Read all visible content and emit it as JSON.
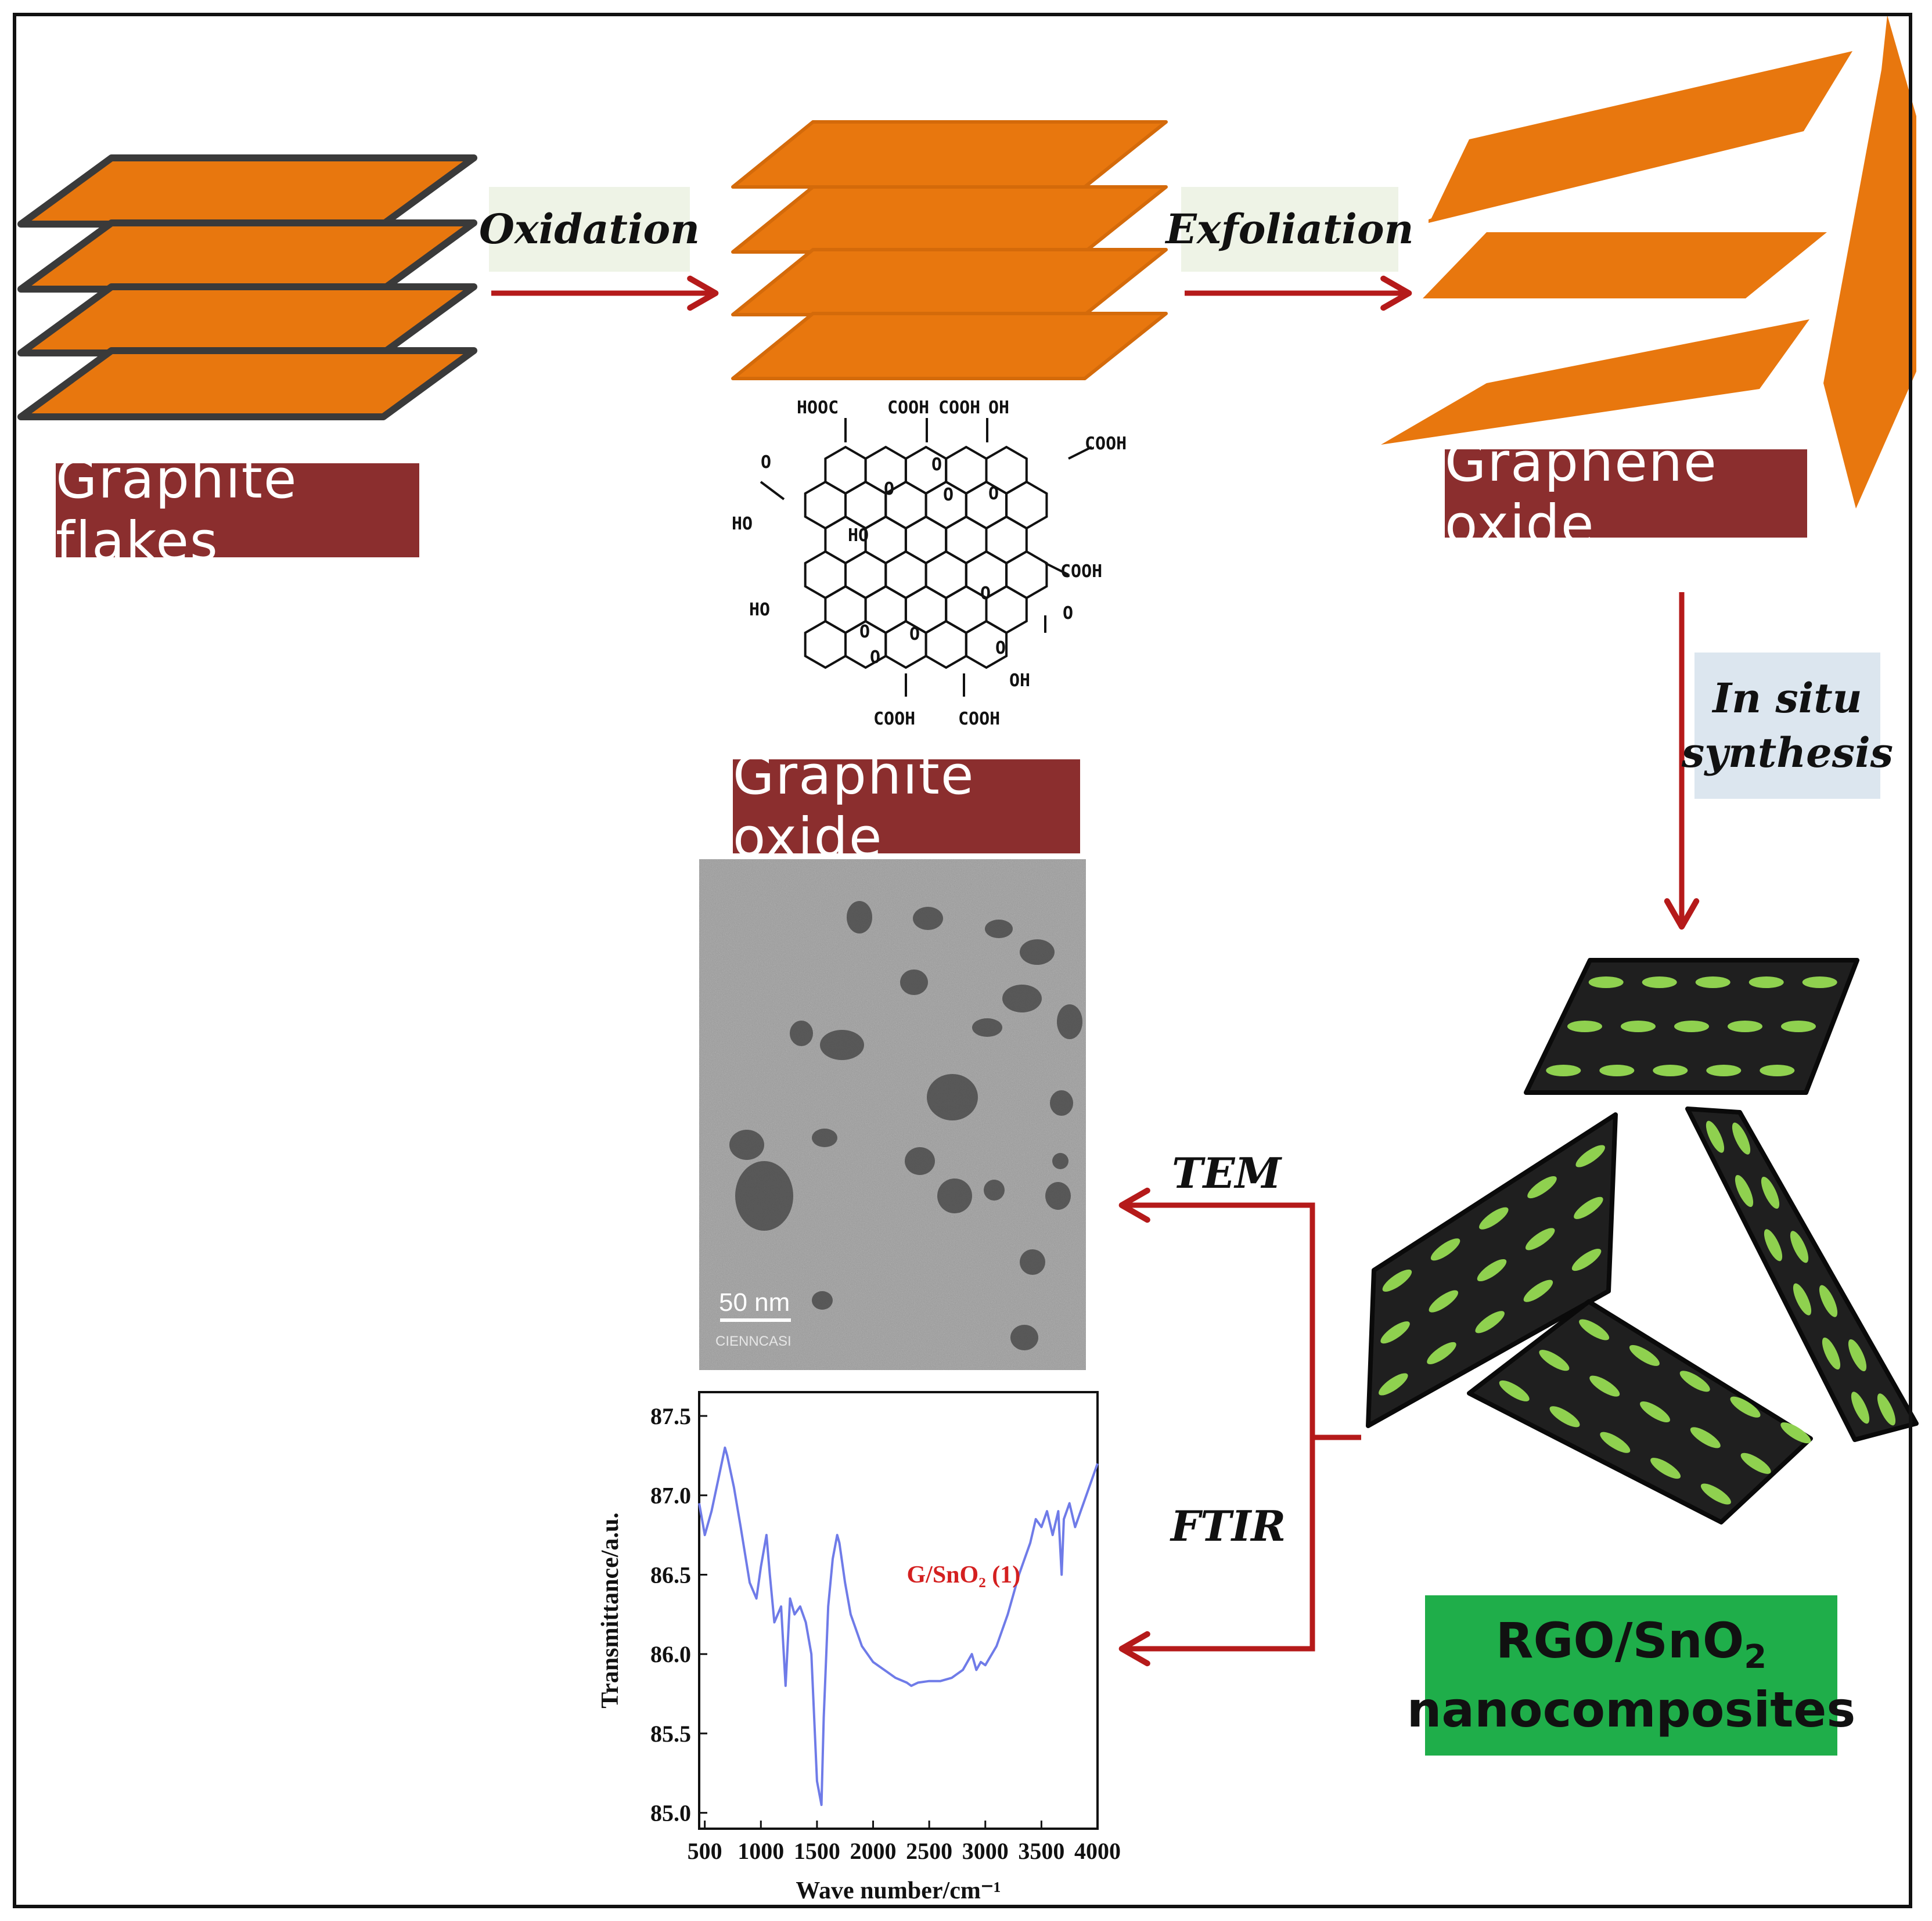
{
  "labels": {
    "graphite_flakes": "Graphite flakes",
    "oxidation": "Oxidation",
    "exfoliation": "Exfoliation",
    "graphene_oxide": "Graphene oxide",
    "in_situ_line1": "In situ",
    "in_situ_line2": "synthesis",
    "graphite_oxide": "Graphite oxide",
    "tem": "TEM",
    "ftir": "FTIR",
    "rgo_line1": "RGO/SnO",
    "rgo_sub": "2",
    "rgo_line2": "nanocomposites",
    "scale_bar": "50 nm",
    "tem_credit": "CIENNCASI"
  },
  "molecule_groups": [
    "HOOC",
    "COOH",
    "COOH",
    "OH",
    "COOH",
    "O",
    "HO",
    "HO",
    "COOH",
    "HO",
    "O",
    "OH",
    "COOH",
    "COOH",
    "O",
    "O",
    "O",
    "O",
    "O",
    "O",
    "O",
    "O",
    "O"
  ],
  "colors": {
    "sheet_orange": "#E8770E",
    "sheet_outline": "#3A3A3A",
    "title_maroon": "#8B2E2E",
    "arrow_red": "#B51A1A",
    "label_bg": "#EEF3E6",
    "insitu_bg": "#DCE6EF",
    "result_green": "#1FAE4A",
    "composite_sheet": "#1F1F1F",
    "nanoparticle": "#8FD14F",
    "ftir_line": "#6F7BE8",
    "ftir_label": "#D42020"
  },
  "chart_data": {
    "type": "line",
    "xlabel": "Wave number/cm⁻¹",
    "ylabel": "Transmittance/a.u.",
    "annotation": "G/SnO₂ (1)",
    "xlim": [
      450,
      4000
    ],
    "ylim": [
      84.9,
      87.65
    ],
    "x_ticks": [
      500,
      1000,
      1500,
      2000,
      2500,
      3000,
      3500,
      4000
    ],
    "y_ticks": [
      85.0,
      85.5,
      86.0,
      86.5,
      87.0,
      87.5
    ],
    "series": [
      {
        "x": [
          450,
          500,
          560,
          620,
          680,
          700,
          760,
          820,
          900,
          960,
          1000,
          1050,
          1080,
          1120,
          1180,
          1220,
          1260,
          1300,
          1350,
          1400,
          1450,
          1500,
          1540,
          1560,
          1600,
          1640,
          1680,
          1700,
          1750,
          1800,
          1900,
          2000,
          2100,
          2200,
          2300,
          2340,
          2400,
          2500,
          2600,
          2700,
          2800,
          2880,
          2920,
          2960,
          3000,
          3100,
          3200,
          3300,
          3400,
          3450,
          3500,
          3550,
          3600,
          3650,
          3680,
          3700,
          3750,
          3800,
          3850,
          3900,
          4000
        ],
        "y": [
          86.95,
          86.75,
          86.9,
          87.1,
          87.3,
          87.25,
          87.05,
          86.8,
          86.45,
          86.35,
          86.55,
          86.75,
          86.5,
          86.2,
          86.3,
          85.8,
          86.35,
          86.25,
          86.3,
          86.2,
          86.0,
          85.2,
          85.05,
          85.6,
          86.3,
          86.6,
          86.75,
          86.7,
          86.45,
          86.25,
          86.05,
          85.95,
          85.9,
          85.85,
          85.82,
          85.8,
          85.82,
          85.83,
          85.83,
          85.85,
          85.9,
          86.0,
          85.9,
          85.95,
          85.93,
          86.05,
          86.25,
          86.5,
          86.7,
          86.85,
          86.8,
          86.9,
          86.75,
          86.9,
          86.5,
          86.85,
          86.95,
          86.8,
          86.9,
          87.0,
          87.2
        ]
      }
    ]
  }
}
